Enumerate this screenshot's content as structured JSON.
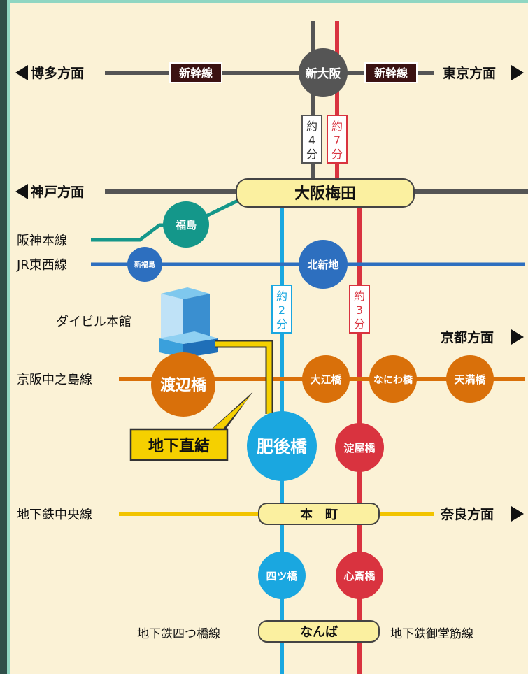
{
  "directions": {
    "hakata": "博多方面",
    "tokyo": "東京方面",
    "kobe": "神戸方面",
    "kyoto": "京都方面",
    "nara": "奈良方面"
  },
  "lines": {
    "shinkansen_left": "新幹線",
    "shinkansen_right": "新幹線",
    "hanshin": "阪神本線",
    "jr_tozai": "JR東西線",
    "keihan": "京阪中之島線",
    "chuo": "地下鉄中央線",
    "yotsubashi": "地下鉄四つ橋線",
    "midosuji": "地下鉄御堂筋線"
  },
  "stations": {
    "shin_osaka": "新大阪",
    "umeda": "大阪梅田",
    "fukushima": "福島",
    "shin_fukushima": "新福島",
    "kitashinchi": "北新地",
    "watanabebashi": "渡辺橋",
    "oebashi": "大江橋",
    "naniwabashi": "なにわ橋",
    "tenmabashi": "天満橋",
    "higobashi": "肥後橋",
    "yodoyabashi": "淀屋橋",
    "honmachi": "本　町",
    "yotsubashi": "四ツ橋",
    "shinsaibashi": "心斎橋",
    "namba": "なんば"
  },
  "times": {
    "yaku": "約",
    "fun": "分",
    "shinosaka_umeda_left": "4",
    "shinosaka_umeda_right": "7",
    "umeda_higobashi": "2",
    "umeda_yodoyabashi": "3"
  },
  "building": {
    "name": "ダイビル本館",
    "connection": "地下直結"
  },
  "colors": {
    "background": "#fbf2d6",
    "frame": "#8fd6c2",
    "shinkansen": "#555555",
    "jr": "#2d6fbf",
    "hanshin": "#14978a",
    "keihan": "#d9700a",
    "chuo": "#f2c400",
    "yotsubashi": "#1aa7e0",
    "midosuji": "#d9333f"
  }
}
